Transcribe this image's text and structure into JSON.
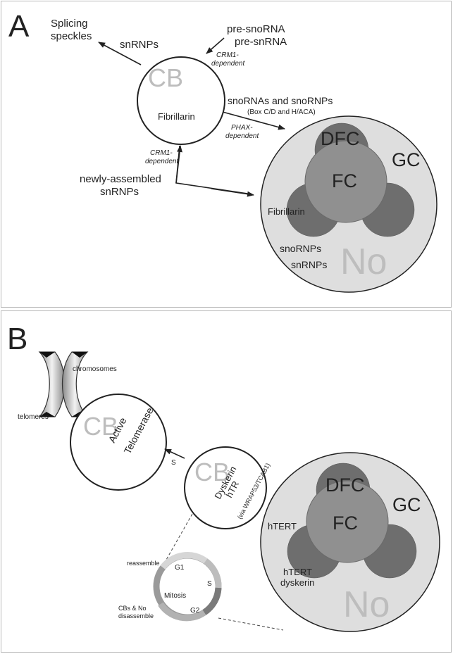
{
  "panel_a": {
    "letter": "A",
    "splicing_speckles_line1": "Splicing",
    "splicing_speckles_line2": "speckles",
    "snrnps_out": "snRNPs",
    "pre_snorna": "pre-snoRNA",
    "pre_snrna": "pre-snRNA",
    "crm1_top_line1": "CRM1-",
    "crm1_top_line2": "dependent",
    "cb": "CB",
    "fibrillarin_cb": "Fibrillarin",
    "snornas_snornps": "snoRNAs and snoRNPs",
    "box_cd": "(Box C/D and H/ACA)",
    "phax_line1": "PHAX-",
    "phax_line2": "dependent",
    "crm1_left_line1": "CRM1-",
    "crm1_left_line2": "dependent",
    "newly_line1": "newly-assembled",
    "newly_line2": "snRNPs",
    "dfc": "DFC",
    "gc": "GC",
    "fc": "FC",
    "fibrillarin_no": "Fibrillarin",
    "snornps_no": "snoRNPs",
    "snrnps_no": "snRNPs",
    "no": "No"
  },
  "panel_b": {
    "letter": "B",
    "chromosomes": "chromosomes",
    "telomeres": "telomeres",
    "cb_left": "CB",
    "active": "Active",
    "telomerase": "Telomerase",
    "s_arrow": "S",
    "cb_right": "CB",
    "dyskerin": "Dyskerin",
    "htr": "hTR",
    "via": "(via WRAP53/TCAB1)",
    "reassemble": "reassemble",
    "g1": "G1",
    "s_phase": "S",
    "mitosis": "Mitosis",
    "g2": "G2",
    "cbs_no_line1": "CBs & No",
    "cbs_no_line2": "disassemble",
    "dfc": "DFC",
    "gc": "GC",
    "fc": "FC",
    "htert": "hTERT",
    "htert2": "hTERT",
    "dyskerin_no": "dyskerin",
    "no": "No"
  },
  "colors": {
    "nucleolus_bg": "#dedede",
    "dfc": "#6e6e6e",
    "fc": "#909090",
    "cb_label": "#bdbdbd",
    "no_label": "#bdbdbd"
  }
}
